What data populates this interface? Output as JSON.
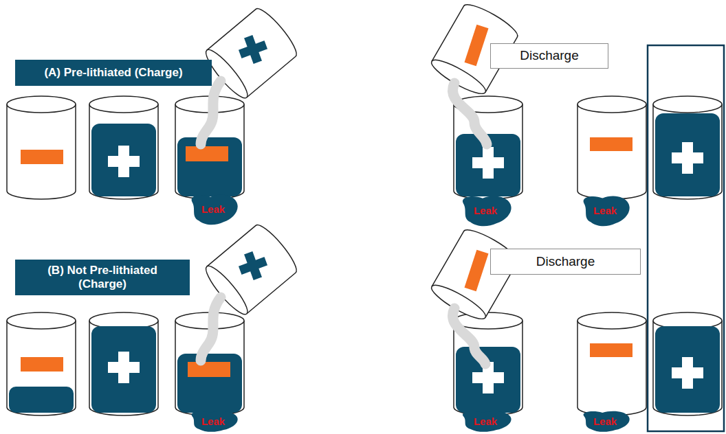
{
  "diagram": {
    "nodes": [
      {
        "text": [
          "(A) Pre-lithiated (Charge)"
        ]
      },
      {
        "text": [
          "Discharge"
        ]
      },
      {
        "text": [
          "Leak"
        ]
      },
      {
        "text": [
          "Leak"
        ]
      },
      {
        "text": [
          "Leak"
        ]
      },
      {
        "text": [
          "(B) Not Pre-lithiated (Charge)"
        ]
      },
      {
        "text": [
          "Discharge"
        ]
      },
      {
        "text": [
          "Leak"
        ]
      },
      {
        "text": [
          "Leak"
        ]
      },
      {
        "text": [
          "Leak"
        ]
      }
    ]
  }
}
